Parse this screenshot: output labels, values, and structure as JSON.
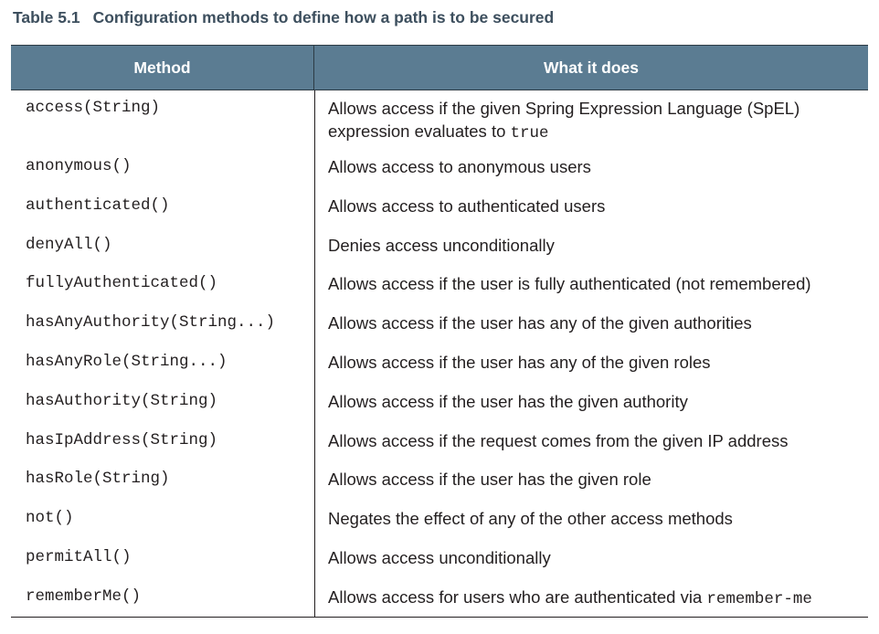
{
  "caption": {
    "label": "Table 5.1",
    "title": "Configuration methods to define how a path is to be secured"
  },
  "table": {
    "headers": [
      "Method",
      "What it does"
    ],
    "rows": [
      {
        "method": "access(String)",
        "description": "Allows access if the given Spring Expression Language (SpEL) expression evaluates to",
        "code_suffix": "true"
      },
      {
        "method": "anonymous()",
        "description": "Allows access to anonymous users"
      },
      {
        "method": "authenticated()",
        "description": "Allows access to authenticated users"
      },
      {
        "method": "denyAll()",
        "description": "Denies access unconditionally"
      },
      {
        "method": "fullyAuthenticated()",
        "description": "Allows access if the user is fully authenticated (not remembered)"
      },
      {
        "method": "hasAnyAuthority(String...)",
        "description": "Allows access if the user has any of the given authorities"
      },
      {
        "method": "hasAnyRole(String...)",
        "description": "Allows access if the user has any of the given roles"
      },
      {
        "method": "hasAuthority(String)",
        "description": "Allows access if the user has the given authority"
      },
      {
        "method": "hasIpAddress(String)",
        "description": "Allows access if the request comes from the given IP address"
      },
      {
        "method": "hasRole(String)",
        "description": "Allows access if the user has the given role"
      },
      {
        "method": "not()",
        "description": "Negates the effect of any of the other access methods"
      },
      {
        "method": "permitAll()",
        "description": "Allows access unconditionally"
      },
      {
        "method": "rememberMe()",
        "description": "Allows access for users who are authenticated via",
        "code_suffix": "remember-me"
      }
    ]
  },
  "colors": {
    "header_bg": "#5b7c92",
    "caption_text": "#3d4f5e",
    "body_text": "#231f20"
  }
}
